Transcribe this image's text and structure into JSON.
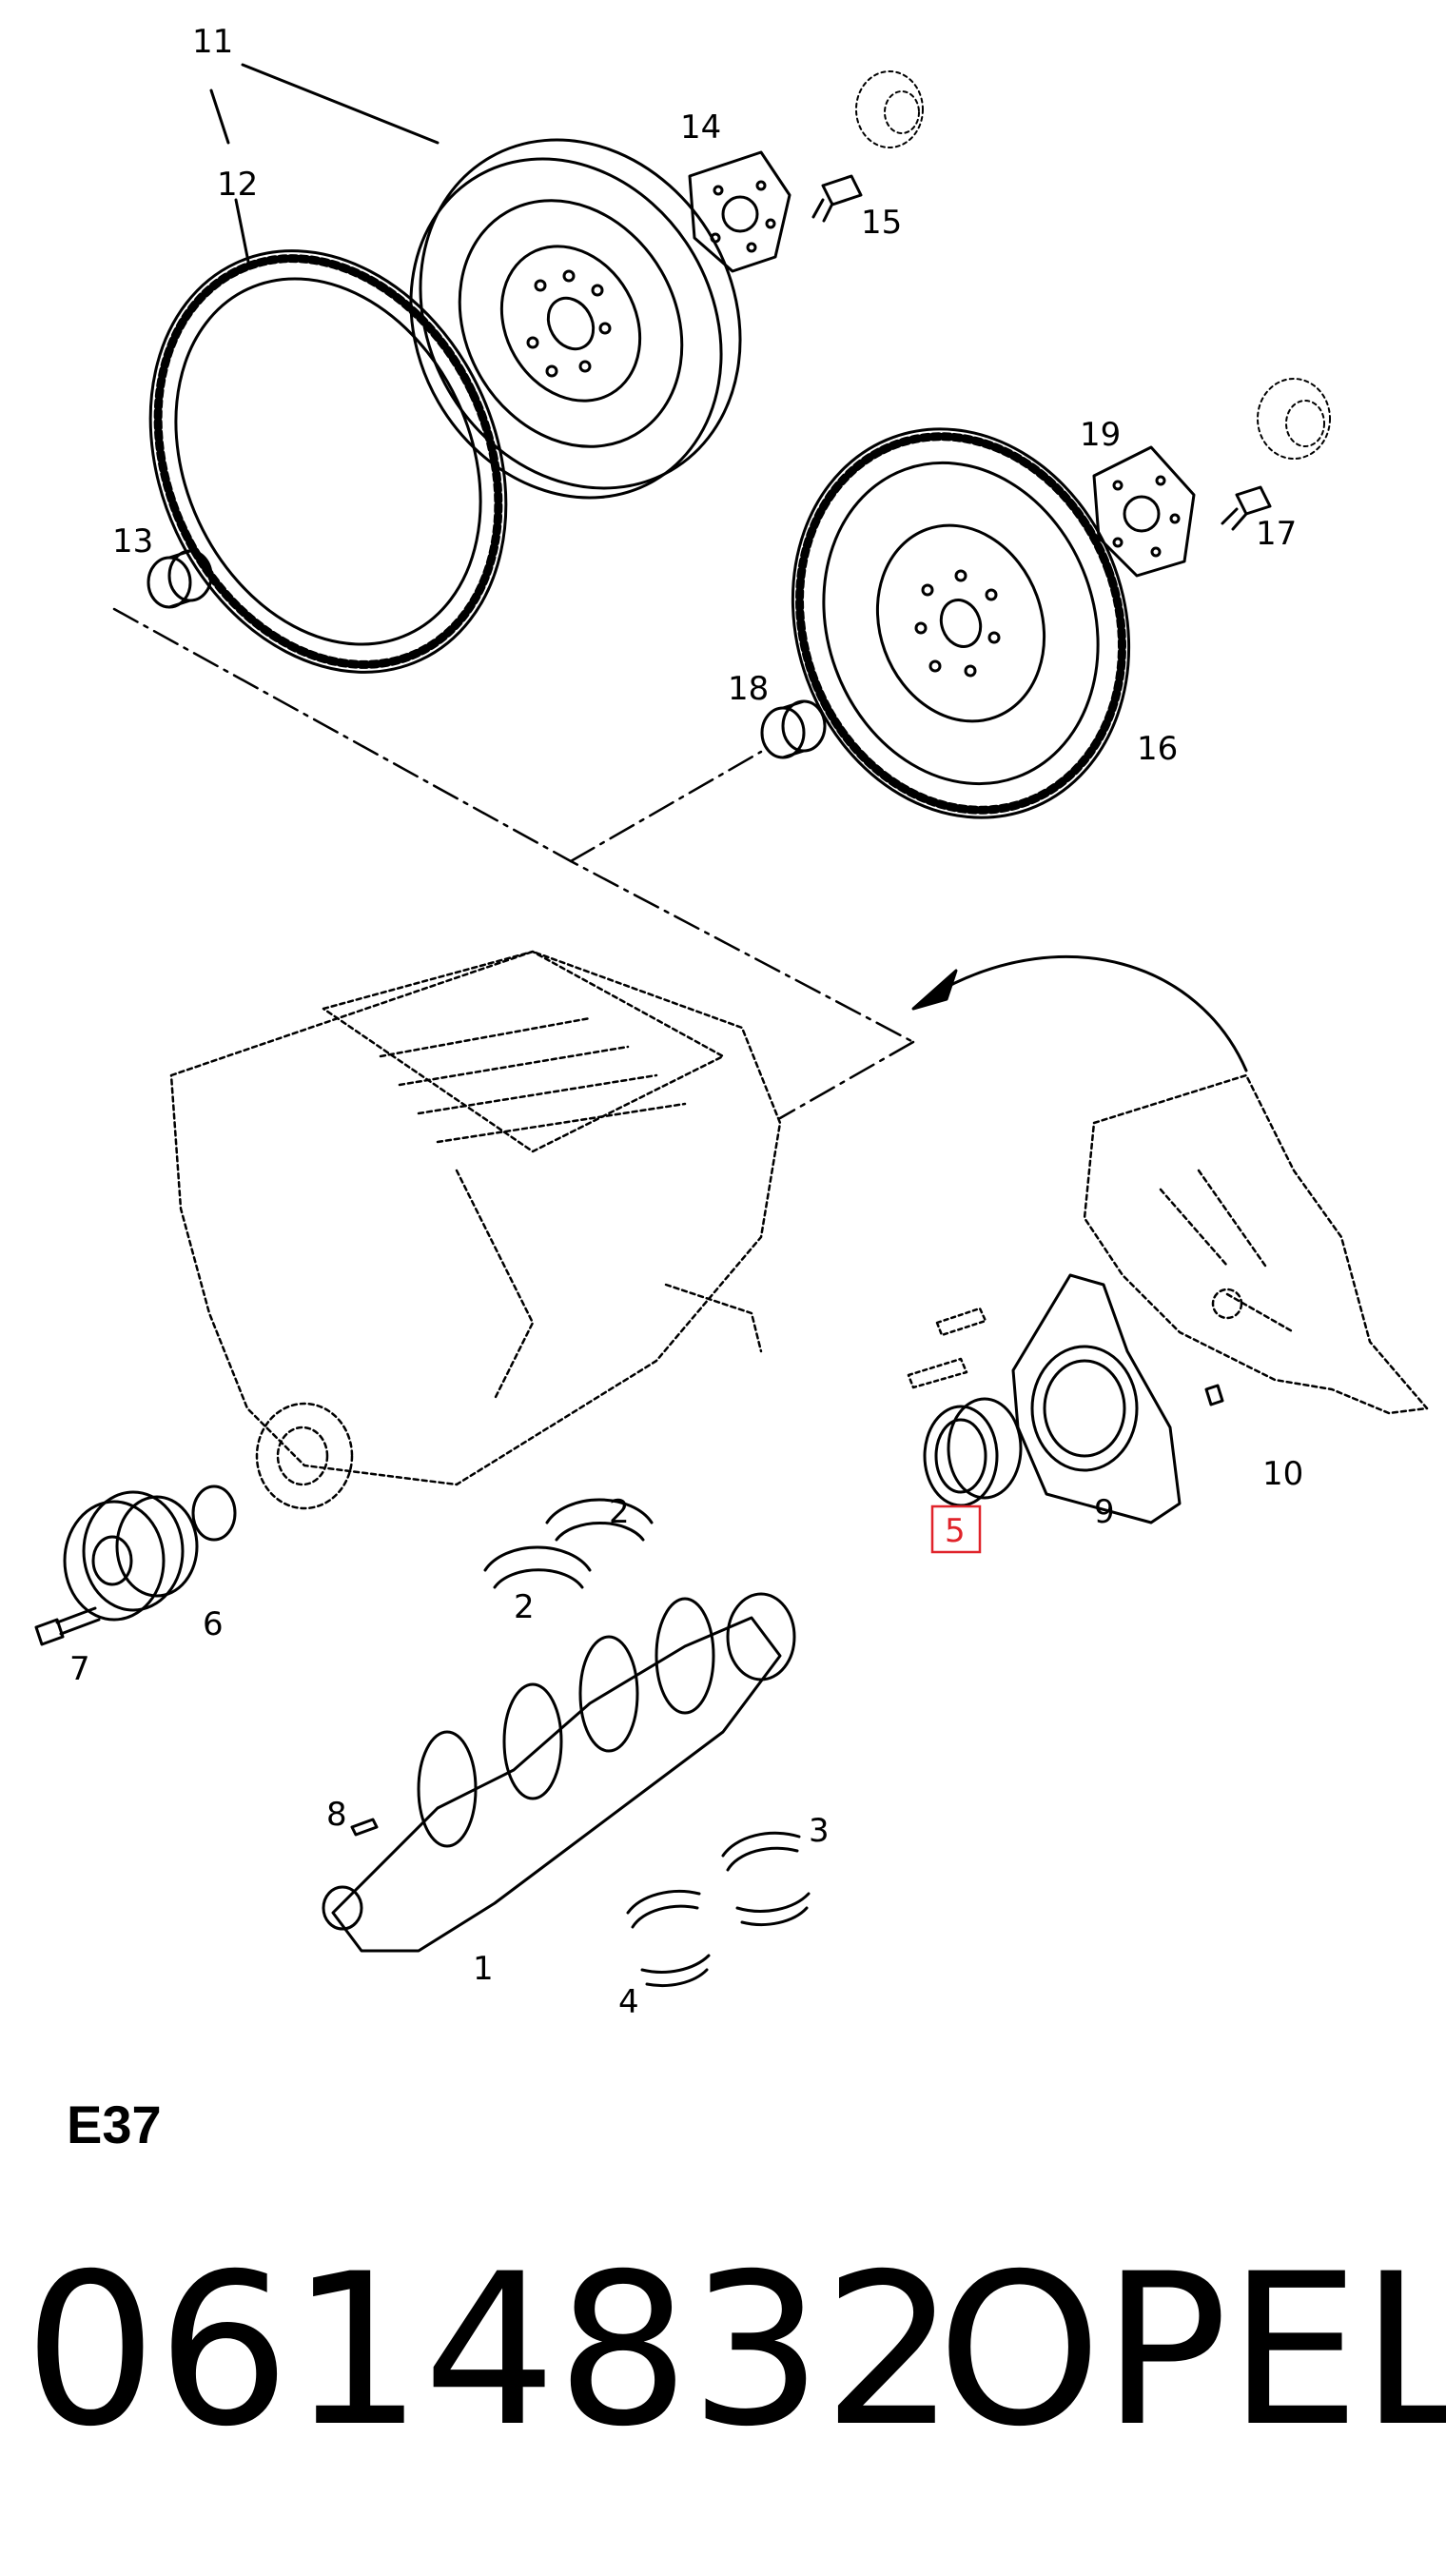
{
  "diagram": {
    "callouts": [
      "1",
      "2",
      "2",
      "3",
      "4",
      "5",
      "6",
      "7",
      "8",
      "9",
      "10",
      "11",
      "12",
      "13",
      "14",
      "15",
      "16",
      "17",
      "18",
      "19"
    ],
    "highlighted_callout": "5",
    "highlight_color": "#e0232a"
  },
  "diagram_code": "E37",
  "footer": {
    "part_number": "0614832",
    "brand": "OPEL"
  }
}
